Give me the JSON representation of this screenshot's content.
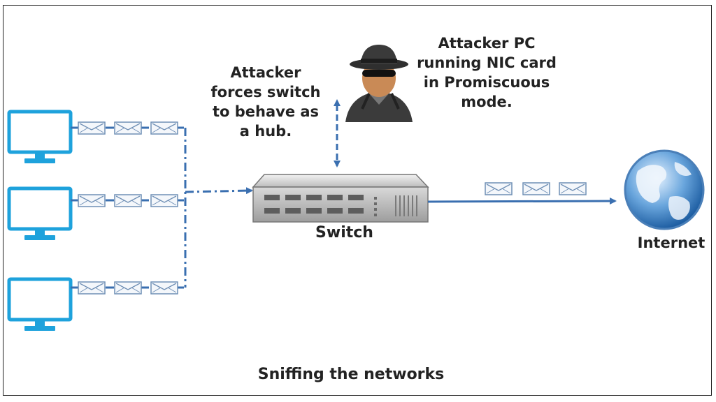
{
  "labels": {
    "attacker_forces": "Attacker forces switch to behave as a hub.",
    "attacker_pc": "Attacker PC running NIC card in Promiscuous mode.",
    "switch": "Switch",
    "internet": "Internet",
    "caption": "Sniffing the networks"
  },
  "icons": [
    "computer-icon",
    "envelope-icon",
    "switch-icon",
    "attacker-icon",
    "globe-icon"
  ],
  "colors": {
    "monitor": "#1ea2dc",
    "connector": "#3a6fb0",
    "envelope_border": "#6f8fb5",
    "switch_body": "#c9c9c9",
    "globe": "#3b82c4",
    "text": "#222222"
  }
}
